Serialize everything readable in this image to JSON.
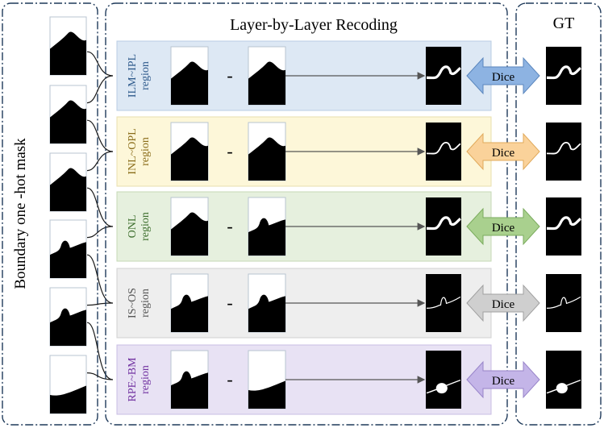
{
  "left_panel": {
    "label": "Boundary one -hot mask",
    "masks": [
      {
        "name": "mask-1",
        "shape": "surface"
      },
      {
        "name": "mask-2",
        "shape": "surface"
      },
      {
        "name": "mask-3",
        "shape": "surface"
      },
      {
        "name": "mask-4",
        "shape": "surface-bump"
      },
      {
        "name": "mask-5",
        "shape": "surface-bump"
      },
      {
        "name": "mask-6",
        "shape": "flat"
      }
    ]
  },
  "middle_panel": {
    "title": "Layer-by-Layer Recoding",
    "minus_symbol": "-",
    "rows": [
      {
        "label_line1": "ILM~IPL",
        "label_line2": "region",
        "bg": "#dde8f4",
        "border": "#b9cde3",
        "text_color": "#2e5a8c",
        "dice": "Dice",
        "dice_color": "#8db3e2",
        "dice_border": "#5a86bd",
        "output": "line-thick"
      },
      {
        "label_line1": "INL~OPL",
        "label_line2": "region",
        "bg": "#fdf7d9",
        "border": "#e8dfae",
        "text_color": "#8a6d1a",
        "dice": "Dice",
        "dice_color": "#fad29a",
        "dice_border": "#e0a95a",
        "output": "line-thin"
      },
      {
        "label_line1": "ONL",
        "label_line2": "region",
        "bg": "#e6f0de",
        "border": "#c5d9b5",
        "text_color": "#3d6e2d",
        "dice": "Dice",
        "dice_color": "#a9d08e",
        "dice_border": "#7aab5d",
        "output": "line-thick"
      },
      {
        "label_line1": "IS~OS",
        "label_line2": "region",
        "bg": "#eeeeee",
        "border": "#d0d0d0",
        "text_color": "#555555",
        "dice": "Dice",
        "dice_color": "#cfcfcf",
        "dice_border": "#a0a0a0",
        "output": "line-bump"
      },
      {
        "label_line1": "RPE~BM",
        "label_line2": "region",
        "bg": "#e8e2f4",
        "border": "#c9bde3",
        "text_color": "#7030a0",
        "dice": "Dice",
        "dice_color": "#c4b5e8",
        "dice_border": "#9884c9",
        "output": "blob"
      }
    ]
  },
  "right_panel": {
    "title": "GT"
  }
}
